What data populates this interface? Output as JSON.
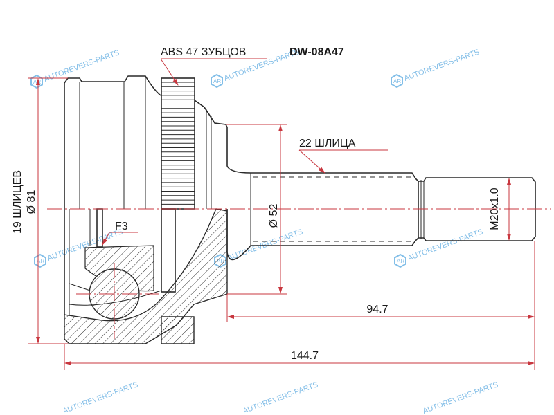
{
  "part_number": "DW-08A47",
  "labels": {
    "abs": "ABS 47 ЗУБЦОВ",
    "splines_shaft": "22 ШЛИЦА",
    "splines_inner": "19 ШЛИЦЕВ",
    "thread": "M20x1.0",
    "f3": "F3"
  },
  "dimensions": {
    "outer_diameter": "Ø 81",
    "shaft_diameter": "Ø 52",
    "shaft_length": "94.7",
    "total_length": "144.7"
  },
  "watermark": "AUTOREVERS-PARTS",
  "colors": {
    "dimension": "#c8373f",
    "watermark": "#5aa9e0",
    "outline": "#2a2a2a"
  }
}
